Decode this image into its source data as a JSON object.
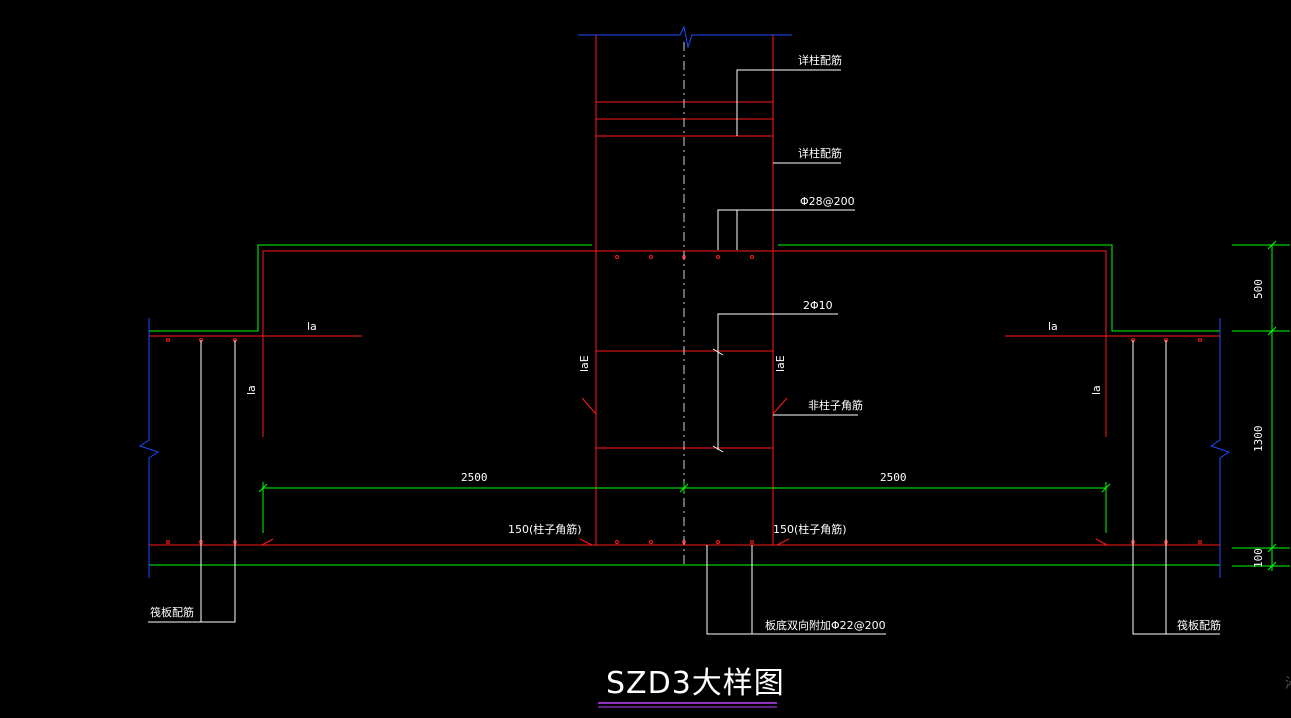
{
  "title": "SZD3大样图",
  "colors": {
    "background": "#000000",
    "concrete_outline": "#00ff00",
    "rebar": "#ff1a1a",
    "break_line": "#1a4dff",
    "leader": "#ffffff",
    "title_underline": "#c040ff"
  },
  "annotations": {
    "column_rebar_1": "详柱配筋",
    "column_rebar_2": "详柱配筋",
    "top_bars": "Φ28@200",
    "stirrup": "2Φ10",
    "column_corner": "非柱子角筋",
    "corner_left": "150(柱子角筋)",
    "corner_right": "150(柱子角筋)",
    "slab_bottom_additional": "板底双向附加Φ22@200",
    "raft_left": "筏板配筋",
    "raft_right": "筏板配筋",
    "la_top_left": "la",
    "la_top_right": "la",
    "la_vert_left": "la",
    "la_vert_right": "la",
    "lae_left": "laE",
    "lae_right": "laE"
  },
  "dimensions": {
    "width_left": "2500",
    "width_right": "2500",
    "height_upper": "500",
    "height_mid": "1300",
    "height_lower": "100"
  },
  "corner_text": "沁"
}
